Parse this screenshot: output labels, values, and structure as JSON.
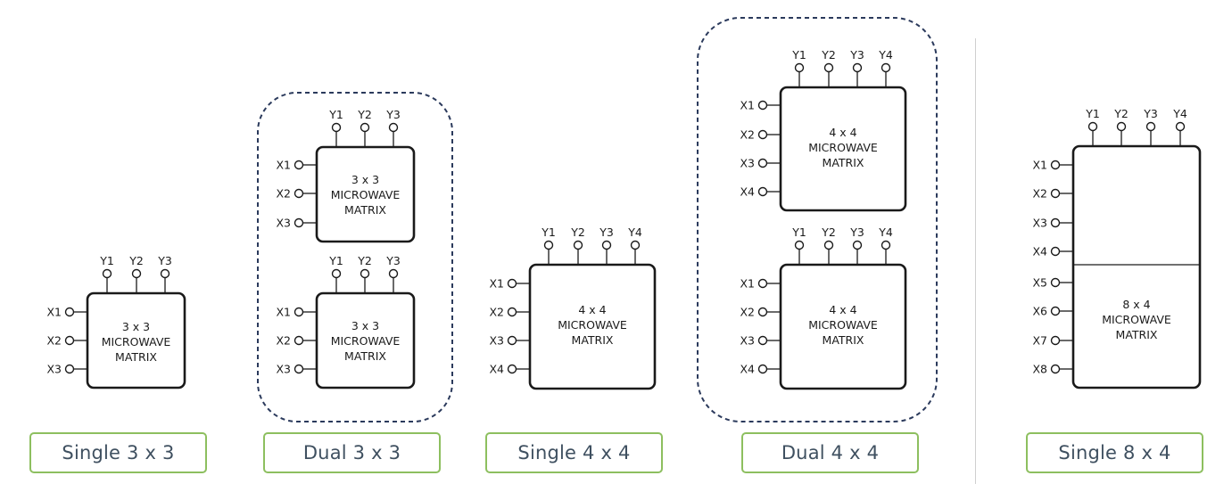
{
  "colors": {
    "outline": "#1a1a1a",
    "group_border": "#2b3a5c",
    "caption_border": "#8dbf5f",
    "caption_text": "#3f5060",
    "divider": "#cfcfcf"
  },
  "matrix_text": {
    "m3x3": [
      "3 x 3",
      "MICROWAVE",
      "MATRIX"
    ],
    "m4x4": [
      "4 x 4",
      "MICROWAVE",
      "MATRIX"
    ],
    "m8x4": [
      "8 x 4",
      "MICROWAVE",
      "MATRIX"
    ]
  },
  "port_labels": {
    "x3": [
      "X1",
      "X2",
      "X3"
    ],
    "x4": [
      "X1",
      "X2",
      "X3",
      "X4"
    ],
    "x8": [
      "X1",
      "X2",
      "X3",
      "X4",
      "X5",
      "X6",
      "X7",
      "X8"
    ],
    "y3": [
      "Y1",
      "Y2",
      "Y3"
    ],
    "y4": [
      "Y1",
      "Y2",
      "Y3",
      "Y4"
    ]
  },
  "captions": {
    "single_3x3": "Single 3 x 3",
    "dual_3x3": "Dual 3 x 3",
    "single_4x4": "Single 4 x 4",
    "dual_4x4": "Dual 4 x 4",
    "single_8x4": "Single 8 x 4"
  }
}
